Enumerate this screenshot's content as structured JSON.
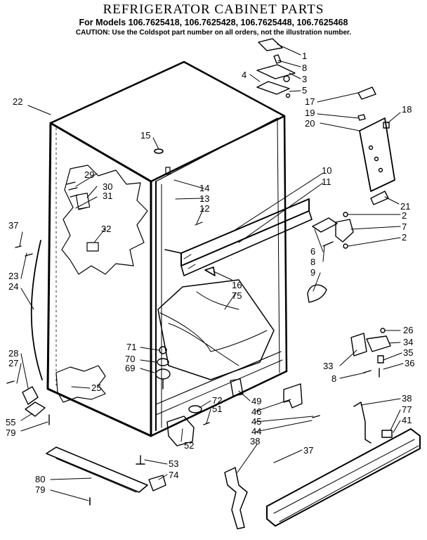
{
  "header": {
    "title": "REFRIGERATOR CABINET PARTS",
    "models": "For Models 106.7625418, 106.7625428, 106.7625448, 106.7625468",
    "caution": "CAUTION: Use the Coldspot part number on all orders, not the illustration number."
  },
  "callouts": [
    "1",
    "8",
    "3",
    "4",
    "5",
    "17",
    "18",
    "19",
    "20",
    "21",
    "22",
    "15",
    "10",
    "11",
    "14",
    "13",
    "12",
    "29",
    "30",
    "31",
    "32",
    "37",
    "2",
    "7",
    "2",
    "6",
    "8",
    "9",
    "16",
    "75",
    "23",
    "24",
    "26",
    "34",
    "35",
    "36",
    "33",
    "8",
    "71",
    "70",
    "69",
    "25",
    "28",
    "27",
    "55",
    "79",
    "72",
    "51",
    "49",
    "46",
    "45",
    "44",
    "38",
    "77",
    "41",
    "52",
    "53",
    "74",
    "38",
    "37",
    "80",
    "79"
  ]
}
